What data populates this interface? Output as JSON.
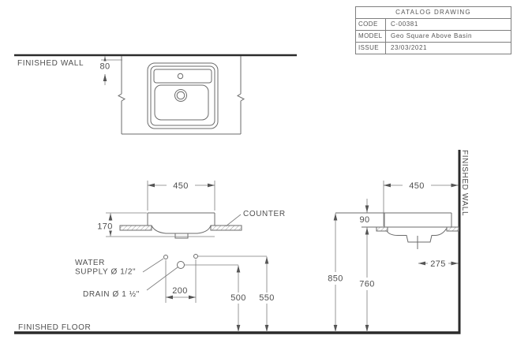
{
  "palette": {
    "line": "#6b6b6b",
    "dim_line": "#7d7d7d",
    "heavy_line": "#2b2b2b",
    "text": "#4f4f4f"
  },
  "title_block": {
    "header": "CATALOG DRAWING",
    "rows": [
      {
        "label": "CODE",
        "value": "C-00381"
      },
      {
        "label": "MODEL",
        "value": "Geo Square Above Basin"
      },
      {
        "label": "ISSUE",
        "value": "23/03/2021"
      }
    ]
  },
  "plan_view": {
    "wall_label": "FINISHED WALL",
    "offset_dim": "80"
  },
  "front_view": {
    "width_dim": "450",
    "height_dim": "170",
    "counter_label": "COUNTER"
  },
  "fixtures": {
    "water_label_1": "WATER",
    "water_label_2": "SUPPLY Ø 1/2\"",
    "drain_label": "DRAIN Ø 1 ½\"",
    "spacing_dim": "200",
    "drain_height_dim": "500",
    "supply_height_dim": "550"
  },
  "side_view": {
    "depth_dim": "450",
    "rim_offset_dim": "90",
    "counter_height_dim": "760",
    "rim_height_dim": "850",
    "drain_offset_dim": "275",
    "wall_label": "FINISHED WALL"
  },
  "floor_label": "FINISHED FLOOR"
}
